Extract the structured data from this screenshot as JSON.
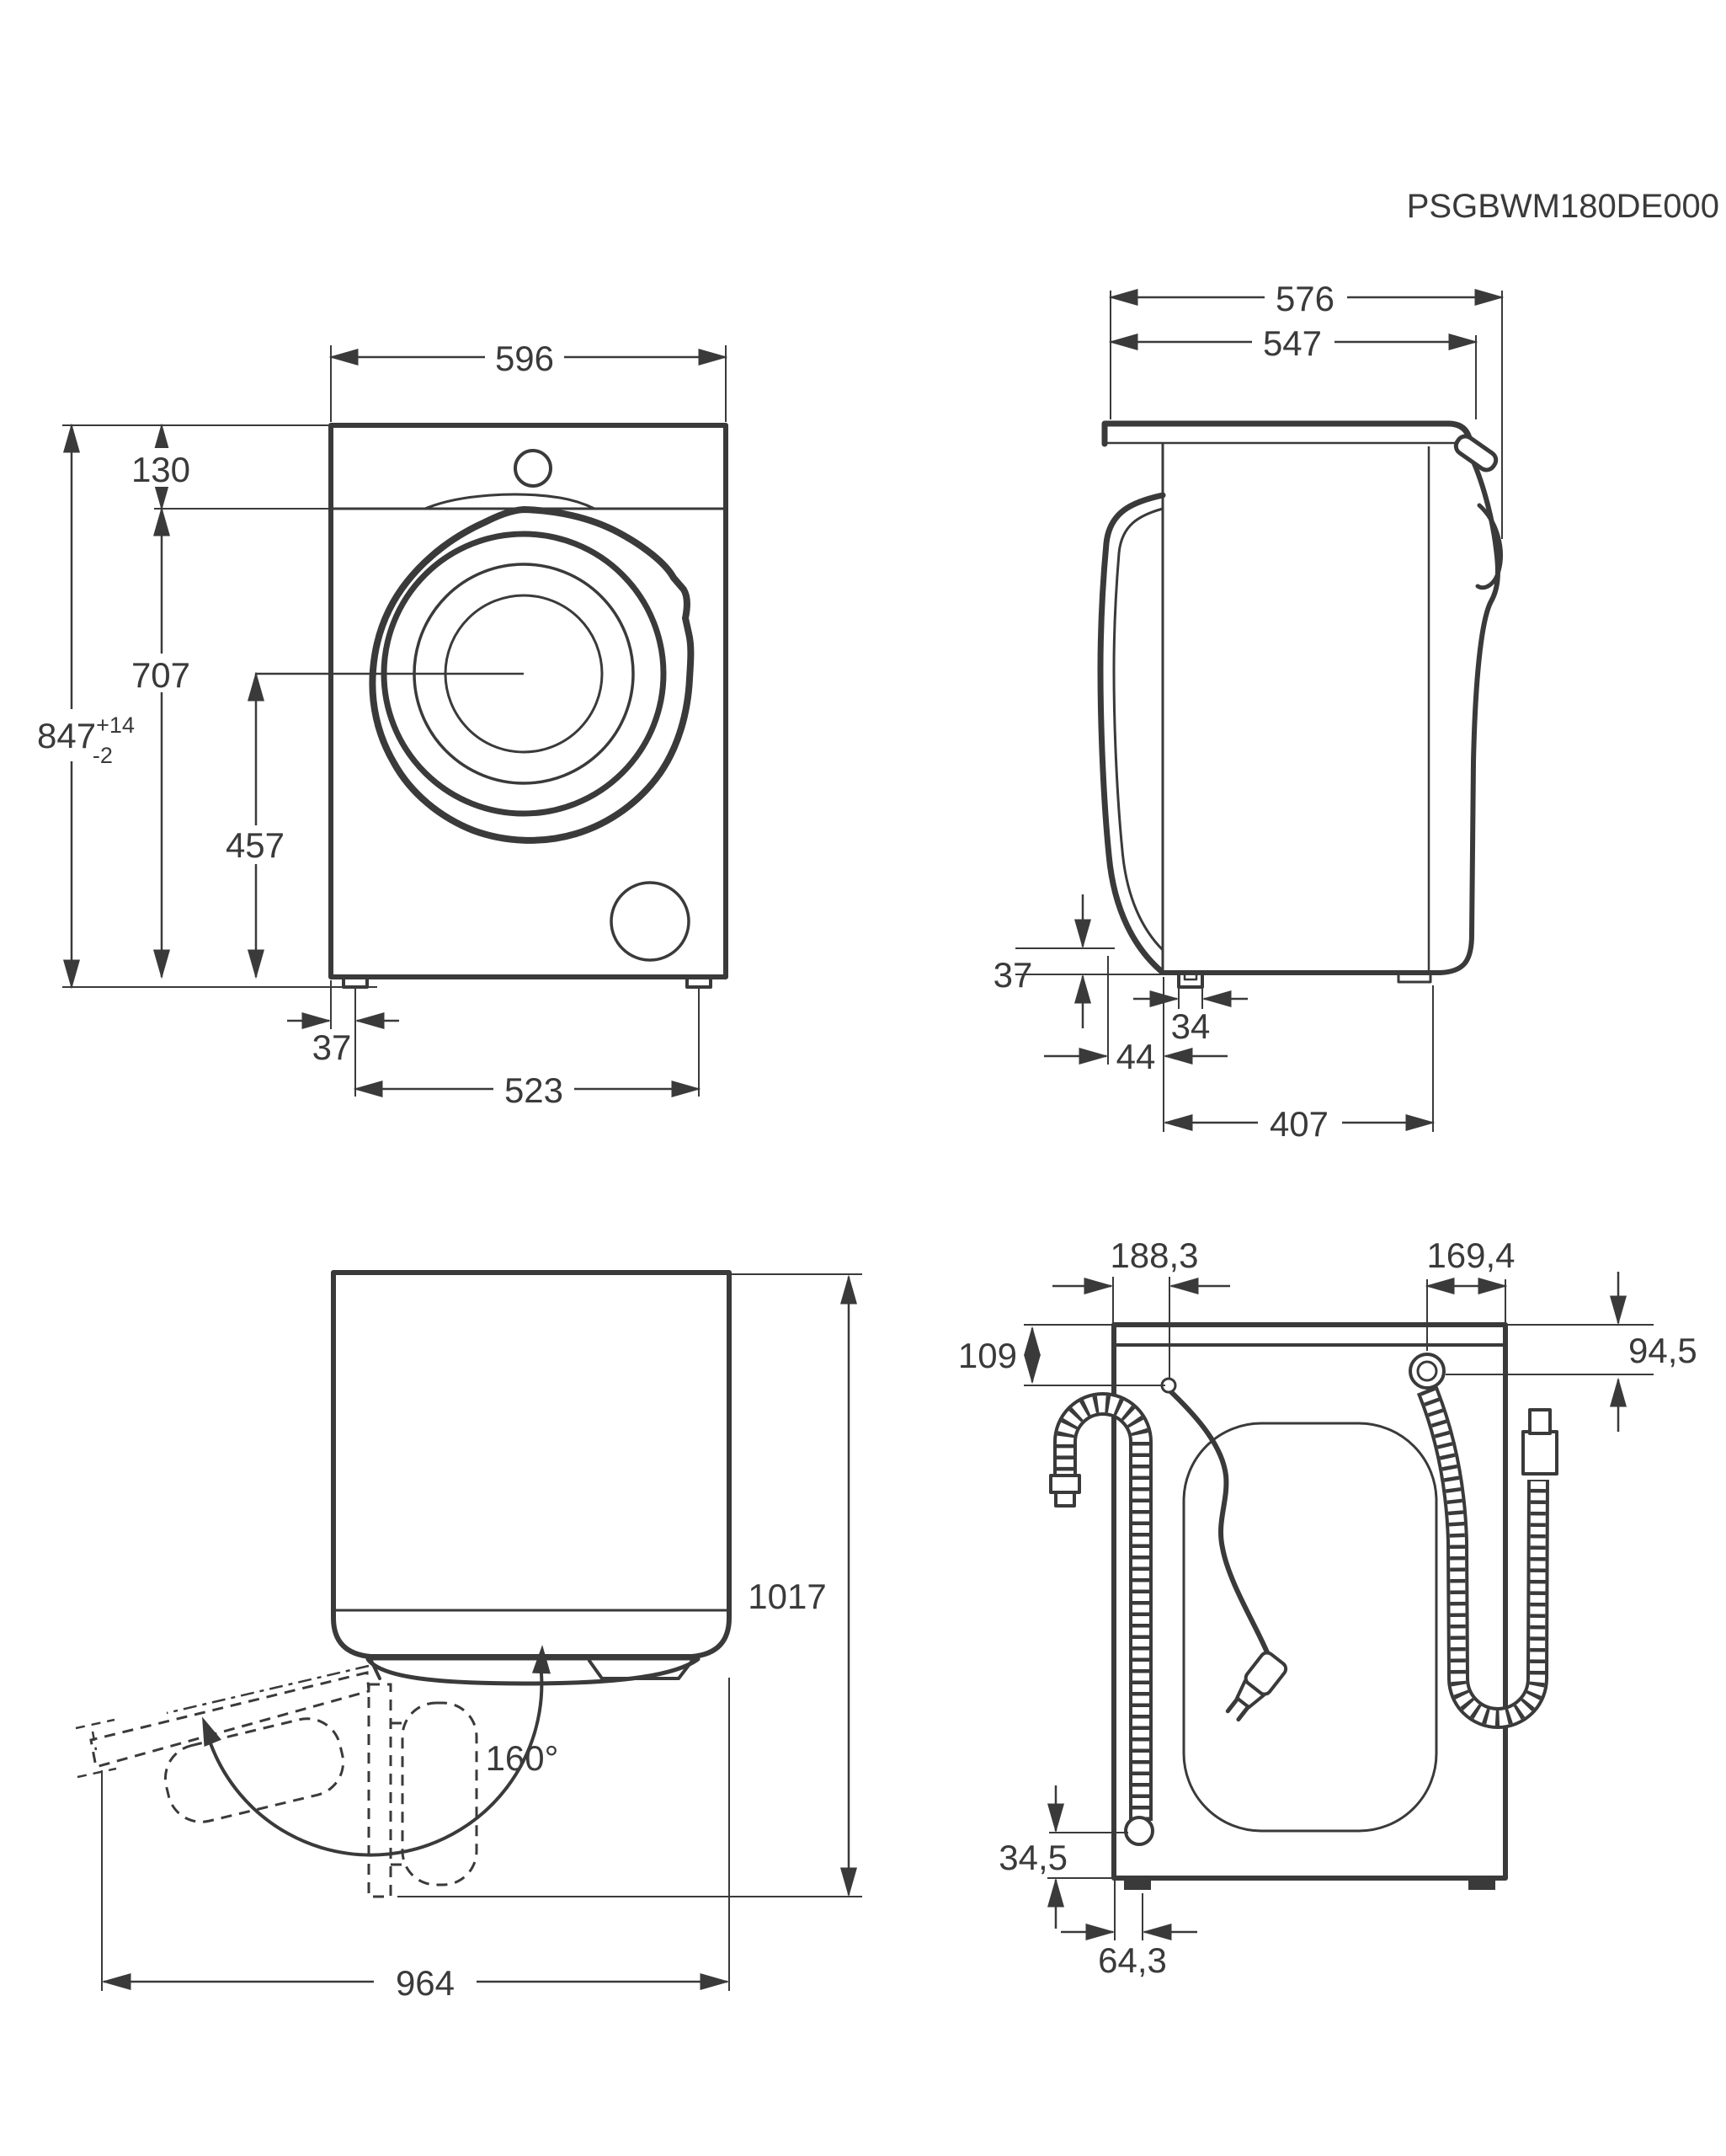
{
  "title": "PSGBWM180DE000",
  "views": {
    "front": {
      "dims": {
        "width": "596",
        "panel_height": "130",
        "height_base": "847",
        "height_tol_plus": "+14",
        "height_tol_minus": "-2",
        "panel_to_base": "707",
        "door_axis_to_base": "457",
        "foot_inset": "37",
        "feet_spacing": "523"
      }
    },
    "side": {
      "dims": {
        "depth_total": "576",
        "depth_cabinet": "547",
        "door_bottom_clearance": "37",
        "foot_width": "34",
        "door_depth": "44",
        "feet_spacing": "407"
      }
    },
    "top": {
      "dims": {
        "depth_door_open": "1017",
        "width_door_open": "964",
        "door_opening_angle": "160°"
      }
    },
    "rear": {
      "dims": {
        "cord_offset_x": "188,3",
        "inlet_offset_x": "169,4",
        "cord_offset_y": "109",
        "inlet_offset_y": "94,5",
        "drain_offset_y": "34,5",
        "drain_offset_x": "64,3"
      }
    }
  }
}
